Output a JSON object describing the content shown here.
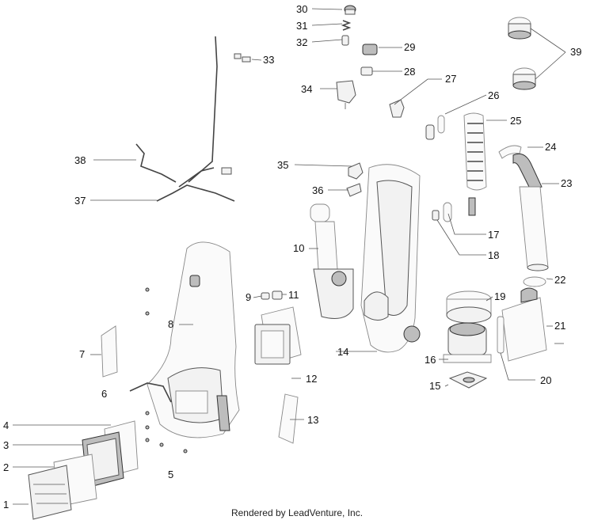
{
  "diagram": {
    "callouts": [
      "1",
      "2",
      "3",
      "4",
      "5",
      "6",
      "7",
      "8",
      "9",
      "10",
      "11",
      "12",
      "13",
      "14",
      "15",
      "16",
      "17",
      "18",
      "19",
      "20",
      "21",
      "22",
      "23",
      "24",
      "25",
      "26",
      "27",
      "28",
      "29",
      "30",
      "31",
      "32",
      "33",
      "34",
      "35",
      "36",
      "37",
      "38",
      "39"
    ],
    "footer": "Rendered by LeadVenture, Inc."
  }
}
